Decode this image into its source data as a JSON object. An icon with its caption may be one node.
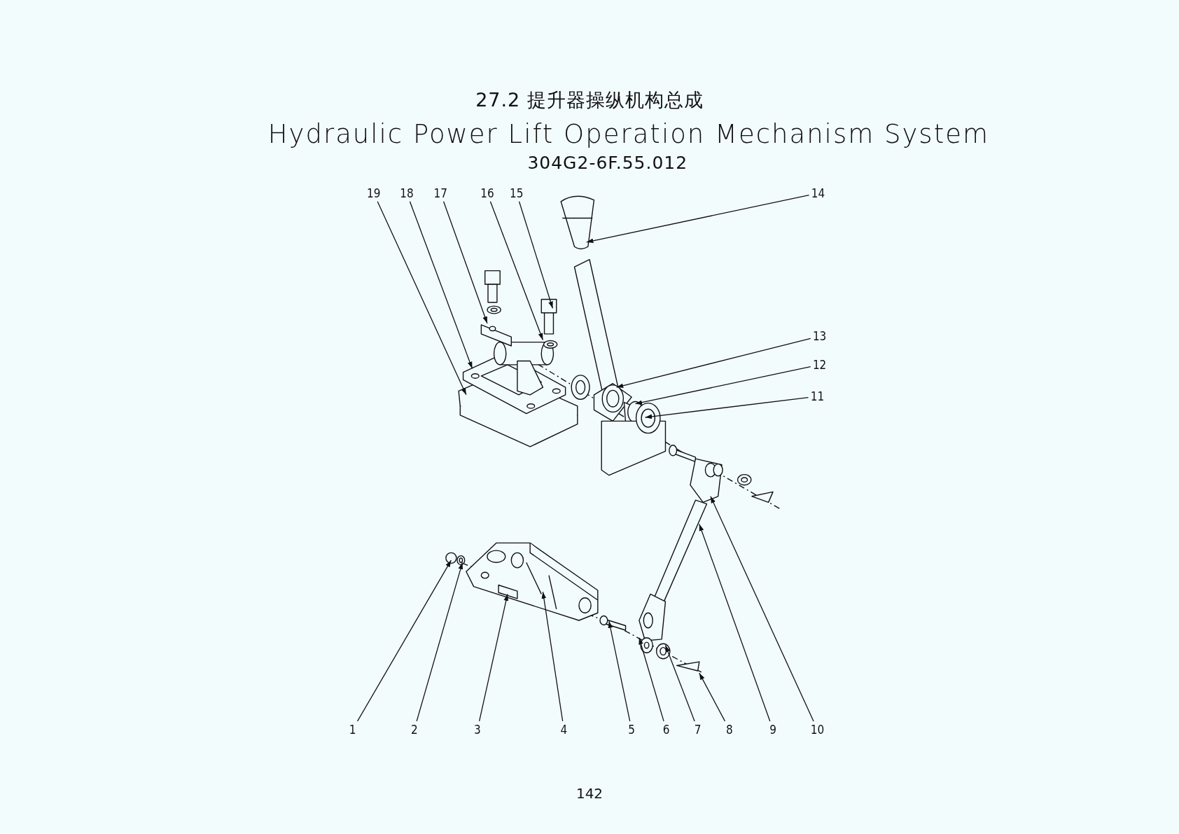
{
  "diagram": {
    "title": "27.2 提升器操纵机构总成",
    "nodes": [
      {
        "text": [
          "1"
        ]
      },
      {
        "text": [
          "2"
        ]
      },
      {
        "text": [
          "3"
        ]
      },
      {
        "text": [
          "4"
        ]
      },
      {
        "text": [
          "5"
        ]
      },
      {
        "text": [
          "6"
        ]
      },
      {
        "text": [
          "7"
        ]
      },
      {
        "text": [
          "8"
        ]
      },
      {
        "text": [
          "9"
        ]
      },
      {
        "text": [
          "10"
        ]
      },
      {
        "text": [
          "11"
        ]
      },
      {
        "text": [
          "12"
        ]
      },
      {
        "text": [
          "13"
        ]
      },
      {
        "text": [
          "14"
        ]
      },
      {
        "text": [
          "15"
        ]
      },
      {
        "text": [
          "16"
        ]
      },
      {
        "text": [
          "17"
        ]
      },
      {
        "text": [
          "18"
        ]
      },
      {
        "text": [
          "19"
        ]
      }
    ],
    "edges": [
      {
        "from": 0,
        "to": null,
        "arrow": "to"
      },
      {
        "from": 1,
        "to": null,
        "arrow": "to"
      },
      {
        "from": 2,
        "to": null,
        "arrow": "to"
      },
      {
        "from": 3,
        "to": null,
        "arrow": "to"
      },
      {
        "from": 4,
        "to": null,
        "arrow": "to"
      },
      {
        "from": 5,
        "to": null,
        "arrow": "to"
      },
      {
        "from": 6,
        "to": null,
        "arrow": "to"
      },
      {
        "from": 7,
        "to": null,
        "arrow": "to"
      },
      {
        "from": 8,
        "to": null,
        "arrow": "to"
      },
      {
        "from": 9,
        "to": null,
        "arrow": "to"
      },
      {
        "from": 10,
        "to": null,
        "arrow": "to"
      },
      {
        "from": 11,
        "to": null,
        "arrow": "to"
      },
      {
        "from": 12,
        "to": null,
        "arrow": "to"
      },
      {
        "from": 13,
        "to": null,
        "arrow": "to"
      },
      {
        "from": 14,
        "to": null,
        "arrow": "to"
      },
      {
        "from": 15,
        "to": null,
        "arrow": "to"
      },
      {
        "from": 16,
        "to": null,
        "arrow": "to"
      },
      {
        "from": 17,
        "to": null,
        "arrow": "to"
      },
      {
        "from": 18,
        "to": null,
        "arrow": "to"
      }
    ],
    "labels": [
      "Hydraulic Power Lift Operation Mechanism System",
      "304G2-6F.55.012",
      "142"
    ]
  }
}
